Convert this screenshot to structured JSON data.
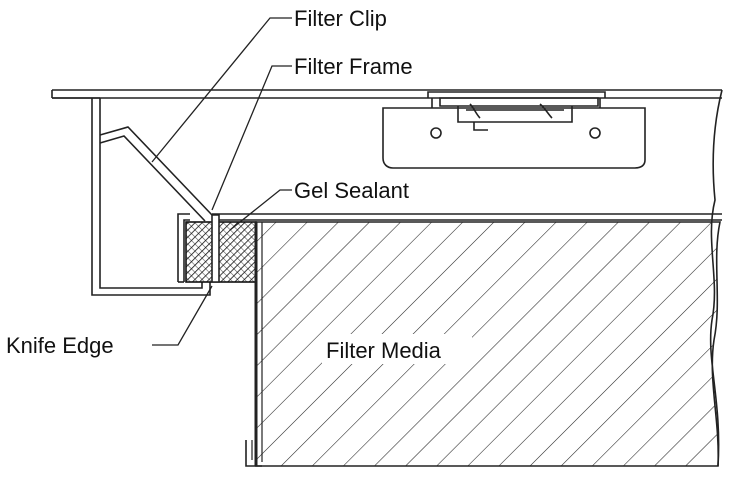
{
  "labels": {
    "filter_clip": "Filter Clip",
    "filter_frame": "Filter Frame",
    "gel_sealant": "Gel Sealant",
    "knife_edge": "Knife Edge",
    "filter_media": "Filter Media"
  },
  "colors": {
    "line": "#222222",
    "background": "#ffffff"
  }
}
